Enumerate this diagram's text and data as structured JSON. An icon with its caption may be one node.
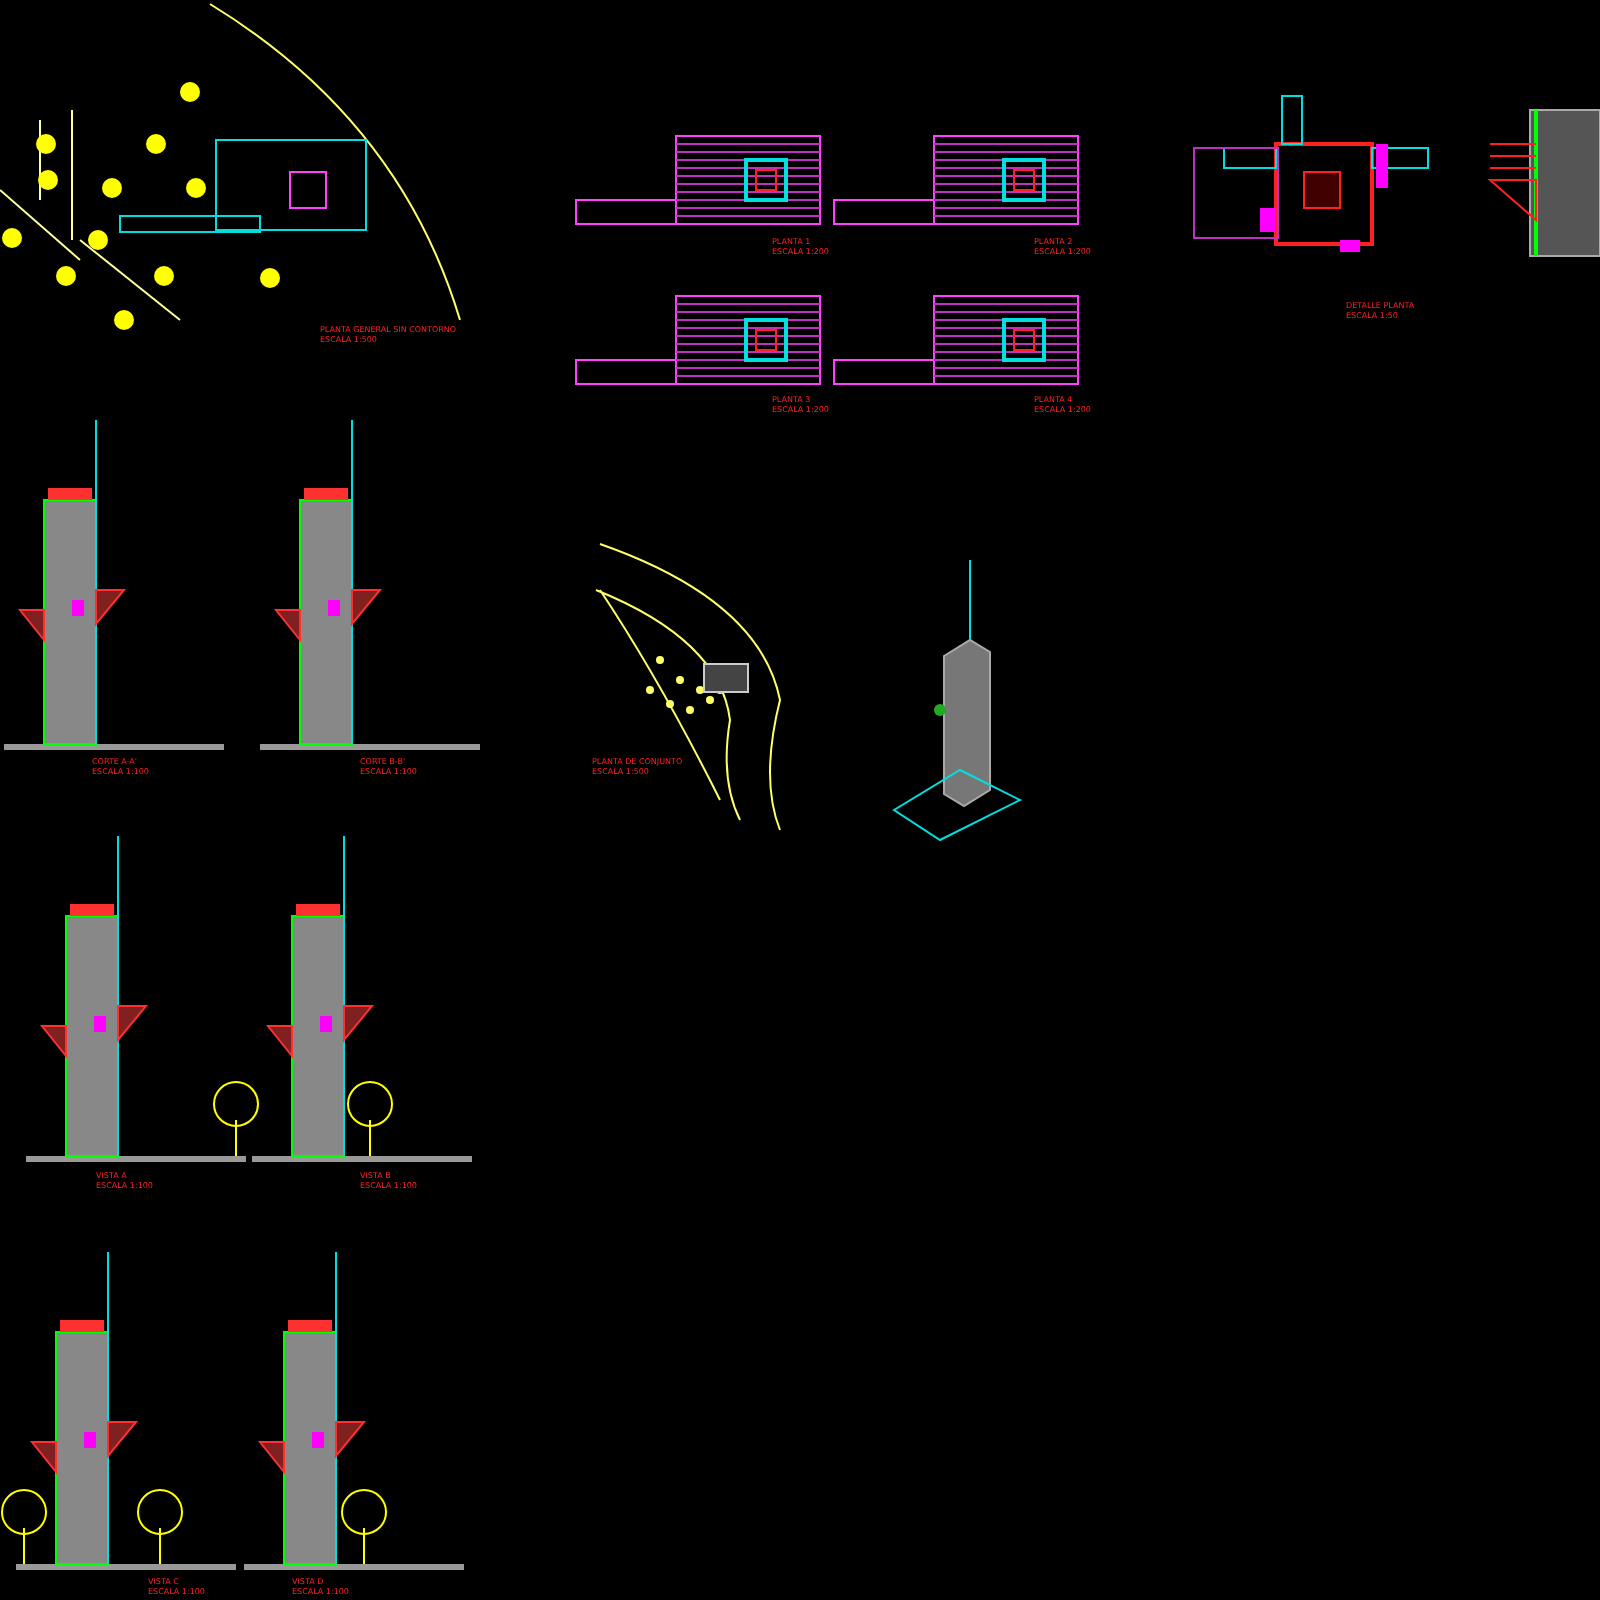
{
  "diagram": {
    "labels": [
      "PLANTA GENERAL SIN CONTORNO",
      "ESCALA 1:500",
      "PLANTA 1",
      "ESCALA 1:200",
      "PLANTA 2",
      "ESCALA 1:200",
      "DETALLE PLANTA",
      "ESCALA 1:50",
      "PLANTA 3",
      "ESCALA 1:200",
      "PLANTA 4",
      "ESCALA 1:200",
      "CORTE A-A'",
      "ESCALA 1:100",
      "CORTE B-B'",
      "ESCALA 1:100",
      "PLANTA DE CONJUNTO",
      "ESCALA 1:500",
      "VISTA A",
      "ESCALA 1:100",
      "VISTA B",
      "ESCALA 1:100",
      "VISTA C",
      "ESCALA 1:100",
      "VISTA D",
      "ESCALA 1:100"
    ]
  }
}
